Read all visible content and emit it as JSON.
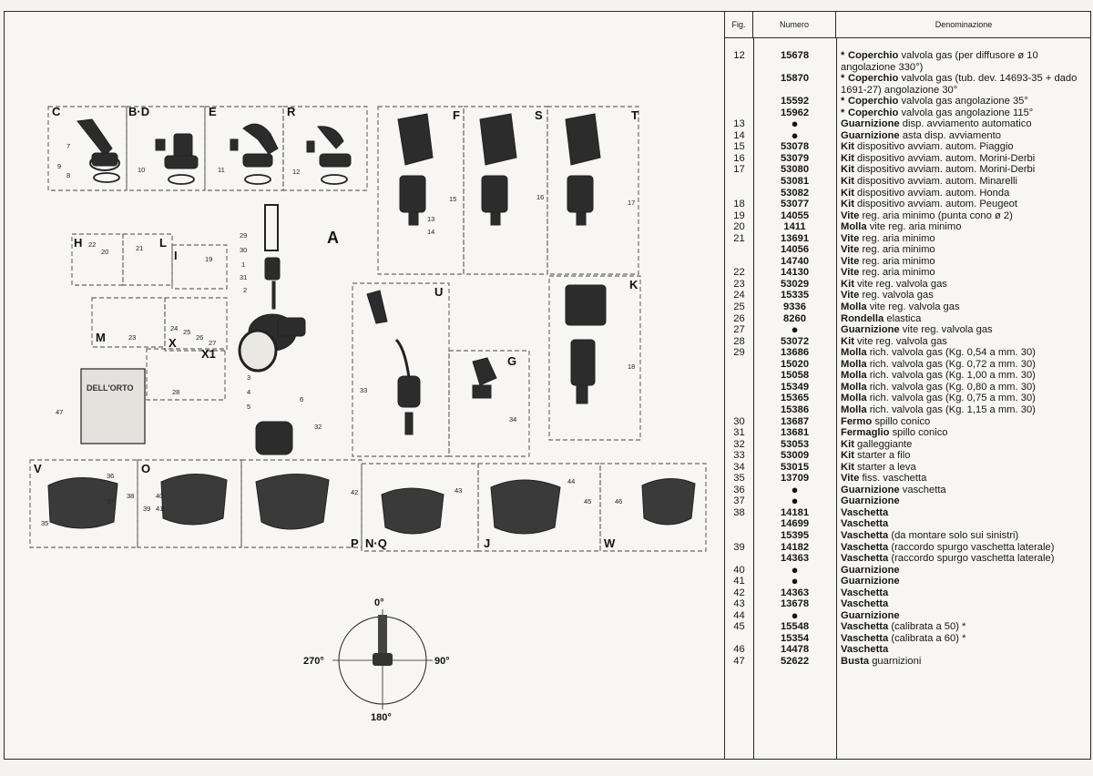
{
  "table": {
    "headers": {
      "fig": "Fig.",
      "numero": "Numero",
      "denominazione": "Denominazione"
    },
    "rows": [
      {
        "fig": "12",
        "num": "15678",
        "star": "*",
        "bold": "Coperchio",
        "rest": "valvola gas (per diffusore ø 10 angolazione 330°)",
        "lines": 2
      },
      {
        "fig": "",
        "num": "15870",
        "star": "*",
        "bold": "Coperchio",
        "rest": "valvola gas (tub. dev. 14693-35 + dado 1691-27) angolazione 30°",
        "lines": 2
      },
      {
        "fig": "",
        "num": "15592",
        "star": "*",
        "bold": "Coperchio",
        "rest": "valvola gas angolazione 35°"
      },
      {
        "fig": "",
        "num": "15962",
        "star": "*",
        "bold": "Coperchio",
        "rest": "valvola gas angolazione 115°"
      },
      {
        "fig": "13",
        "num": "●",
        "bold": "Guarnizione",
        "rest": "disp. avviamento automatico"
      },
      {
        "fig": "14",
        "num": "●",
        "bold": "Guarnizione",
        "rest": "asta disp. avviamento"
      },
      {
        "fig": "15",
        "num": "53078",
        "bold": "Kit",
        "rest": "dispositivo avviam. autom. Piaggio"
      },
      {
        "fig": "16",
        "num": "53079",
        "bold": "Kit",
        "rest": "dispositivo avviam. autom. Morini-Derbi"
      },
      {
        "fig": "17",
        "num": "53080",
        "bold": "Kit",
        "rest": "dispositivo avviam. autom. Morini-Derbi"
      },
      {
        "fig": "",
        "num": "53081",
        "bold": "Kit",
        "rest": "dispositivo avviam. autom. Minarelli"
      },
      {
        "fig": "",
        "num": "53082",
        "bold": "Kit",
        "rest": "dispositivo avviam. autom. Honda"
      },
      {
        "fig": "18",
        "num": "53077",
        "bold": "Kit",
        "rest": "dispositivo avviam. autom. Peugeot"
      },
      {
        "fig": "19",
        "num": "14055",
        "bold": "Vite",
        "rest": "reg. aria minimo (punta cono ø 2)"
      },
      {
        "fig": "20",
        "num": "1411",
        "bold": "Molla",
        "rest": "vite reg. aria minimo"
      },
      {
        "fig": "21",
        "num": "13691",
        "bold": "Vite",
        "rest": "reg. aria minimo"
      },
      {
        "fig": "",
        "num": "14056",
        "bold": "Vite",
        "rest": "reg. aria minimo"
      },
      {
        "fig": "",
        "num": "14740",
        "bold": "Vite",
        "rest": "reg. aria minimo"
      },
      {
        "fig": "22",
        "num": "14130",
        "bold": "Vite",
        "rest": "reg. aria minimo"
      },
      {
        "fig": "23",
        "num": "53029",
        "bold": "Kit",
        "rest": "vite reg. valvola gas"
      },
      {
        "fig": "24",
        "num": "15335",
        "bold": "Vite",
        "rest": "reg. valvola gas"
      },
      {
        "fig": "25",
        "num": "9336",
        "bold": "Molla",
        "rest": "vite reg. valvola gas"
      },
      {
        "fig": "26",
        "num": "8260",
        "bold": "Rondella",
        "rest": "elastica"
      },
      {
        "fig": "27",
        "num": "●",
        "bold": "Guarnizione",
        "rest": "vite reg. valvola gas"
      },
      {
        "fig": "28",
        "num": "53072",
        "bold": "Kit",
        "rest": "vite reg. valvola gas"
      },
      {
        "fig": "29",
        "num": "13686",
        "bold": "Molla",
        "rest": "rich. valvola gas (Kg. 0,54 a mm. 30)"
      },
      {
        "fig": "",
        "num": "15020",
        "bold": "Molla",
        "rest": "rich. valvola gas (Kg. 0,72 a mm. 30)"
      },
      {
        "fig": "",
        "num": "15058",
        "bold": "Molla",
        "rest": "rich. valvola gas (Kg. 1,00 a mm. 30)"
      },
      {
        "fig": "",
        "num": "15349",
        "bold": "Molla",
        "rest": "rich. valvola gas (Kg. 0,80 a mm. 30)"
      },
      {
        "fig": "",
        "num": "15365",
        "bold": "Molla",
        "rest": "rich. valvola gas (Kg. 0,75 a mm. 30)"
      },
      {
        "fig": "",
        "num": "15386",
        "bold": "Molla",
        "rest": "rich. valvola gas (Kg. 1,15 a mm. 30)"
      },
      {
        "fig": "30",
        "num": "13687",
        "bold": "Fermo",
        "rest": "spillo conico"
      },
      {
        "fig": "31",
        "num": "13681",
        "bold": "Fermaglio",
        "rest": "spillo conico"
      },
      {
        "fig": "32",
        "num": "53053",
        "bold": "Kit",
        "rest": "galleggiante"
      },
      {
        "fig": "33",
        "num": "53009",
        "bold": "Kit",
        "rest": "starter a filo"
      },
      {
        "fig": "34",
        "num": "53015",
        "bold": "Kit",
        "rest": "starter a leva"
      },
      {
        "fig": "35",
        "num": "13709",
        "bold": "Vite",
        "rest": "fiss. vaschetta"
      },
      {
        "fig": "36",
        "num": "●",
        "bold": "Guarnizione",
        "rest": "vaschetta"
      },
      {
        "fig": "37",
        "num": "●",
        "bold": "Guarnizione",
        "rest": ""
      },
      {
        "fig": "38",
        "num": "14181",
        "bold": "Vaschetta",
        "rest": ""
      },
      {
        "fig": "",
        "num": "14699",
        "bold": "Vaschetta",
        "rest": ""
      },
      {
        "fig": "",
        "num": "15395",
        "bold": "Vaschetta",
        "rest": "(da montare solo sui sinistri)"
      },
      {
        "fig": "39",
        "num": "14182",
        "bold": "Vaschetta",
        "rest": "(raccordo spurgo vaschetta laterale)"
      },
      {
        "fig": "",
        "num": "14363",
        "bold": "Vaschetta",
        "rest": "(raccordo spurgo vaschetta laterale)"
      },
      {
        "fig": "40",
        "num": "●",
        "bold": "Guarnizione",
        "rest": ""
      },
      {
        "fig": "41",
        "num": "●",
        "bold": "Guarnizione",
        "rest": ""
      },
      {
        "fig": "42",
        "num": "14363",
        "bold": "Vaschetta",
        "rest": ""
      },
      {
        "fig": "43",
        "num": "13678",
        "bold": "Vaschetta",
        "rest": ""
      },
      {
        "fig": "44",
        "num": "●",
        "bold": "Guarnizione",
        "rest": ""
      },
      {
        "fig": "45",
        "num": "15548",
        "bold": "Vaschetta",
        "rest": "(calibrata a 50) *"
      },
      {
        "fig": "",
        "num": "15354",
        "bold": "Vaschetta",
        "rest": "(calibrata a 60) *"
      },
      {
        "fig": "46",
        "num": "14478",
        "bold": "Vaschetta",
        "rest": ""
      },
      {
        "fig": "47",
        "num": "52622",
        "bold": "Busta",
        "rest": "guarnizioni"
      }
    ]
  },
  "diagram": {
    "panel_letters": [
      "C",
      "B·D",
      "E",
      "R",
      "F",
      "S",
      "T",
      "A",
      "H",
      "L",
      "I",
      "M",
      "X",
      "X1",
      "U",
      "K",
      "G",
      "V",
      "O",
      "P",
      "N·Q",
      "J",
      "W"
    ],
    "part_numbers": [
      "7",
      "9",
      "8",
      "10",
      "11",
      "12",
      "15",
      "16",
      "17",
      "13",
      "14",
      "20",
      "22",
      "21",
      "19",
      "29",
      "30",
      "1",
      "31",
      "2",
      "3",
      "4",
      "5",
      "6",
      "32",
      "23",
      "24",
      "25",
      "26",
      "27",
      "28",
      "33",
      "34",
      "18",
      "35",
      "36",
      "37",
      "38",
      "39",
      "40",
      "41",
      "42",
      "43",
      "44",
      "45",
      "46",
      "47"
    ],
    "bag_label": "DELL'ORTO",
    "dial": {
      "top": "0°",
      "right": "90°",
      "bottom": "180°",
      "left": "270°"
    }
  }
}
